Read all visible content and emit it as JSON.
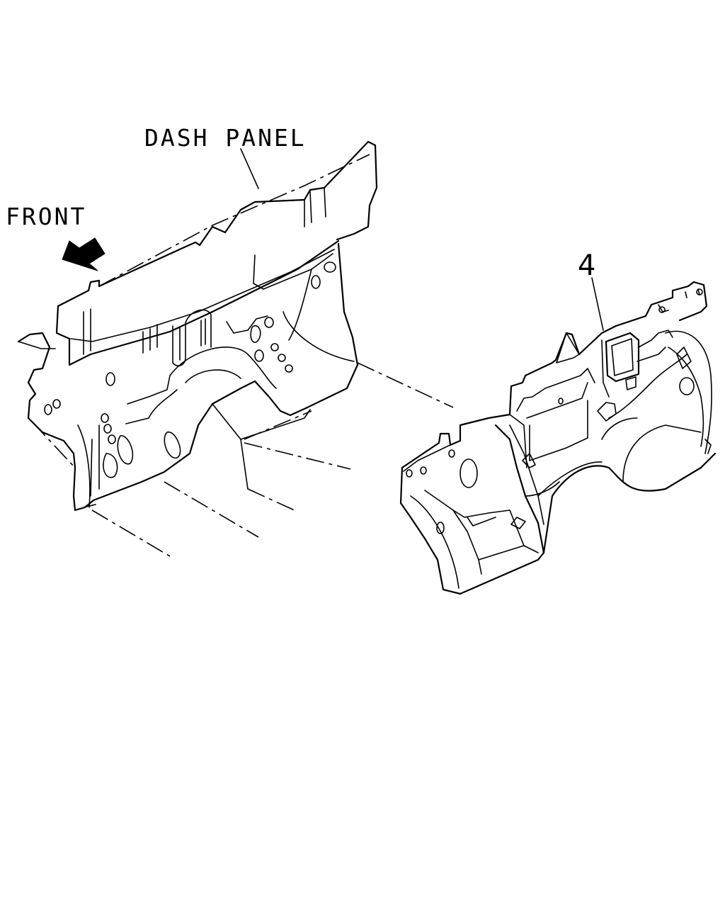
{
  "labels": {
    "dash_panel": "DASH PANEL",
    "front": "FRONT",
    "part_number": "4"
  }
}
